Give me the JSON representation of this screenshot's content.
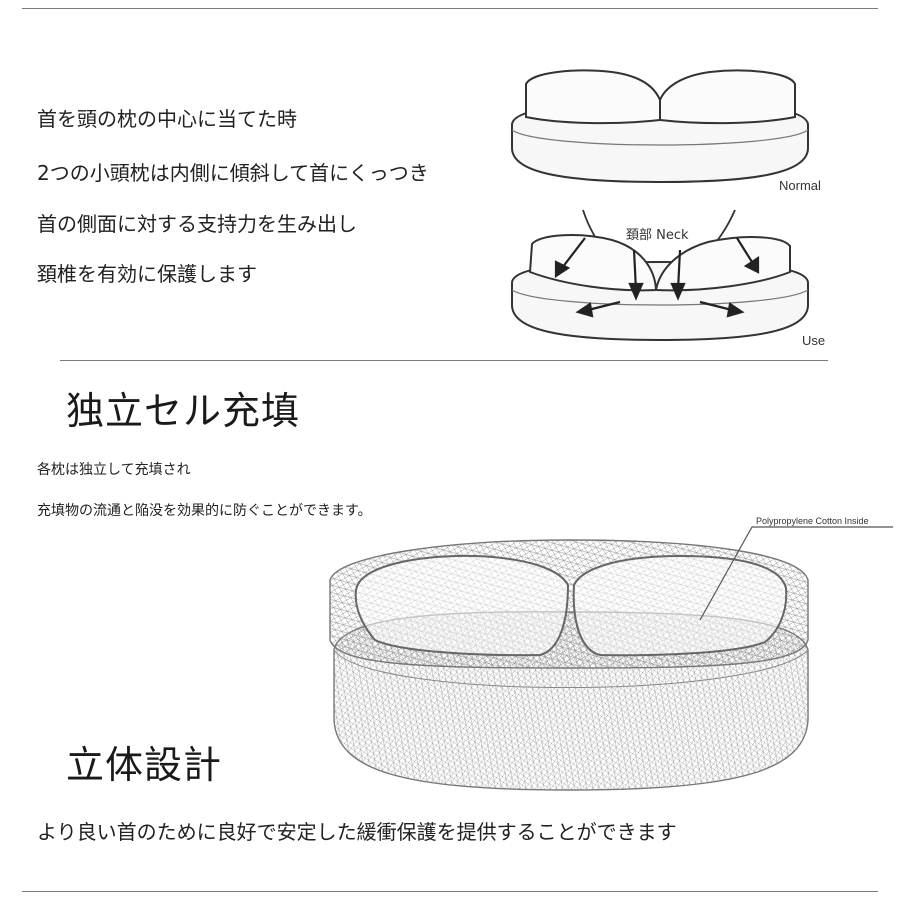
{
  "intro": {
    "lines": [
      "首を頭の枕の中心に当てた時",
      "2つの小頭枕は内側に傾斜して首にくっつき",
      "首の側面に対する支持力を生み出し",
      "頚椎を有効に保護します"
    ]
  },
  "diagram_states": {
    "normal_label": "Normal",
    "use_label": "Use",
    "neck_label": "頚部 Neck"
  },
  "cell_section": {
    "heading": "独立セル充填",
    "lines": [
      "各枕は独立して充填され",
      "充填物の流通と陥没を効果的に防ぐことができます。"
    ],
    "callout": "Polypropylene Cotton Inside"
  },
  "design_section": {
    "heading": "立体設計",
    "line": "より良い首のために良好で安定した緩衝保護を提供することができます"
  }
}
